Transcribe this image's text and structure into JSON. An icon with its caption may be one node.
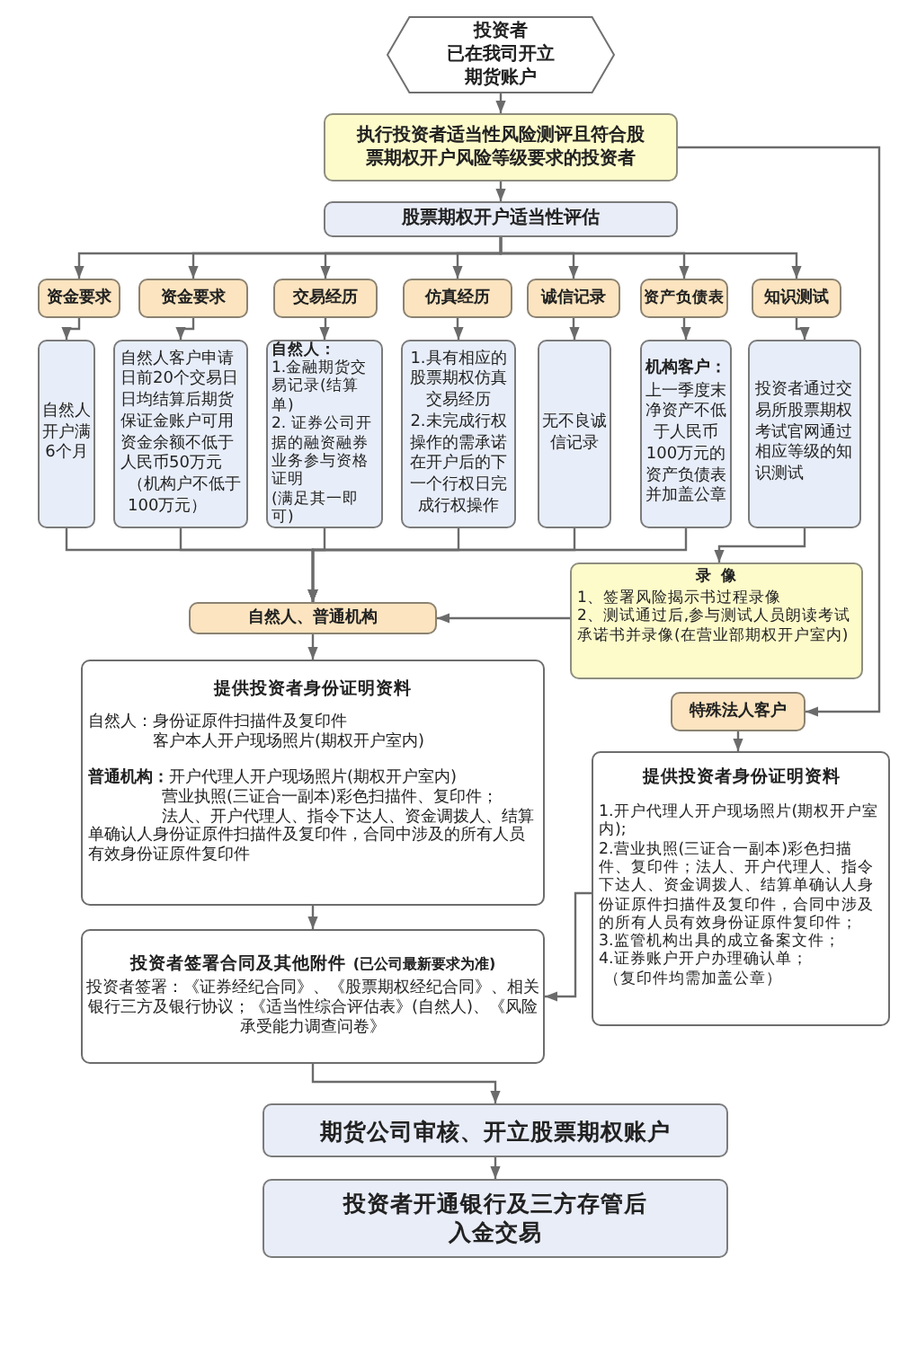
{
  "diagram": {
    "nodes": [
      {
        "text": [
          "投资者",
          "已在我司开立期货账户"
        ]
      },
      {
        "text": [
          "执行投资者适当性风险测评且符合股票期权开户风险等级要求的投资者"
        ]
      },
      {
        "text": [
          "股票期权开户适当性评估"
        ]
      },
      {
        "text": [
          "资金要求"
        ]
      },
      {
        "text": [
          "资金要求"
        ]
      },
      {
        "text": [
          "交易经历"
        ]
      },
      {
        "text": [
          "仿真经历"
        ]
      },
      {
        "text": [
          "诚信记录"
        ]
      },
      {
        "text": [
          "资产负债表"
        ]
      },
      {
        "text": [
          "知识测试"
        ]
      },
      {
        "text": [
          "自然人开户满6个月"
        ]
      },
      {
        "text": [
          "自然人客户申请日前20个交易日日均结算后期货保证金账户可用资金余额不低于人民币50万元",
          "（机构户不低于100万元）"
        ]
      },
      {
        "text": [
          "自然人：",
          "1.金融期货交易记录(结算单)",
          "2. 证券公司开据的融资融券业务参与资格证明",
          "(满足其一即可)"
        ]
      },
      {
        "text": [
          "1.具有相应的股票期权仿真交易经历",
          "2.未完成行权操作的需承诺在开户后的下一个行权日完成行权操作"
        ]
      },
      {
        "text": [
          "无不良诚信记录"
        ]
      },
      {
        "text": [
          "机构客户：",
          "上一季度末净资产不低于人民币100万元的资产负债表并加盖公章"
        ]
      },
      {
        "text": [
          "投资者通过交易所股票期权考试官网通过相应等级的知识测试"
        ]
      },
      {
        "text": [
          "录像",
          "1、签署风险揭示书过程录像",
          "2、测试通过后,参与测试人员朗读考试承诺书并录像(在营业部期权开户室内)"
        ]
      },
      {
        "text": [
          "自然人、普通机构"
        ]
      },
      {
        "text": [
          "特殊法人客户"
        ]
      },
      {
        "text": [
          "提供投资者身份证明资料",
          "自然人：身份证原件扫描件及复印件",
          "客户本人开户现场照片(期权开户室内)",
          "**普通机构：**开户代理人开户现场照片(期权开户室内)",
          "营业执照(三证合一副本)彩色扫描件、复印件；",
          "法人、开户代理人、指令下达人、资金调拨人、结算单确认人身份证原件扫描件及复印件，合同中涉及的所有人员有效身份证原件复印件"
        ]
      },
      {
        "text": [
          "提供投资者身份证明资料",
          "1.开户代理人开户现场照片(期权开户室内);",
          "2.营业执照(三证合一副本)彩色扫描件、复印件；法人、开户代理人、指令下达人、资金调拨人、结算单确认人身份证原件扫描件及复印件，合同中涉及的所有人员有效身份证原件复印件；",
          "3.监管机构出具的成立备案文件；",
          "4.证券账户开户办理确认单；",
          "（复印件均需加盖公章）"
        ]
      },
      {
        "text": [
          "投资者签署合同及其他附件",
          "(已公司最新要求为准)",
          "投资者签署：《证券经纪合同》、《股票期权经纪合同》、相关银行三方及银行协议；《适当性综合评估表》(自然人)、《风险承受能力调查问卷》"
        ]
      },
      {
        "text": [
          "期货公司审核、开立股票期权账户"
        ]
      },
      {
        "text": [
          "投资者开通银行及三方存管后入金交易"
        ]
      }
    ],
    "edges": [
      {
        "from": 0,
        "to": 1,
        "arrow": "to"
      },
      {
        "from": 1,
        "to": 2,
        "arrow": "to"
      },
      {
        "from": 2,
        "to": 3,
        "arrow": "to"
      },
      {
        "from": 2,
        "to": 4,
        "arrow": "to"
      },
      {
        "from": 2,
        "to": 5,
        "arrow": "to"
      },
      {
        "from": 2,
        "to": 6,
        "arrow": "to"
      },
      {
        "from": 2,
        "to": 7,
        "arrow": "to"
      },
      {
        "from": 2,
        "to": 8,
        "arrow": "to"
      },
      {
        "from": 2,
        "to": 9,
        "arrow": "to"
      },
      {
        "from": 3,
        "to": 10,
        "arrow": "to"
      },
      {
        "from": 4,
        "to": 11,
        "arrow": "to"
      },
      {
        "from": 5,
        "to": 12,
        "arrow": "to"
      },
      {
        "from": 6,
        "to": 13,
        "arrow": "to"
      },
      {
        "from": 7,
        "to": 14,
        "arrow": "to"
      },
      {
        "from": 8,
        "to": 15,
        "arrow": "to"
      },
      {
        "from": 9,
        "to": 16,
        "arrow": "to"
      },
      {
        "from": 10,
        "to": 18,
        "arrow": "to"
      },
      {
        "from": 11,
        "to": 18,
        "arrow": "to"
      },
      {
        "from": 12,
        "to": 18,
        "arrow": "to"
      },
      {
        "from": 13,
        "to": 18,
        "arrow": "to"
      },
      {
        "from": 14,
        "to": 18,
        "arrow": "to"
      },
      {
        "from": 15,
        "to": 18,
        "arrow": "to"
      },
      {
        "from": 16,
        "to": 17,
        "arrow": "to"
      },
      {
        "from": 17,
        "to": 18,
        "arrow": "to"
      },
      {
        "from": 1,
        "to": 19,
        "arrow": "to"
      },
      {
        "from": 18,
        "to": 20,
        "arrow": "to"
      },
      {
        "from": 19,
        "to": 21,
        "arrow": "to"
      },
      {
        "from": 20,
        "to": 22,
        "arrow": "to"
      },
      {
        "from": 21,
        "to": 22,
        "arrow": "to"
      },
      {
        "from": 22,
        "to": 23,
        "arrow": "to"
      },
      {
        "from": 23,
        "to": 24,
        "arrow": "to"
      }
    ]
  }
}
